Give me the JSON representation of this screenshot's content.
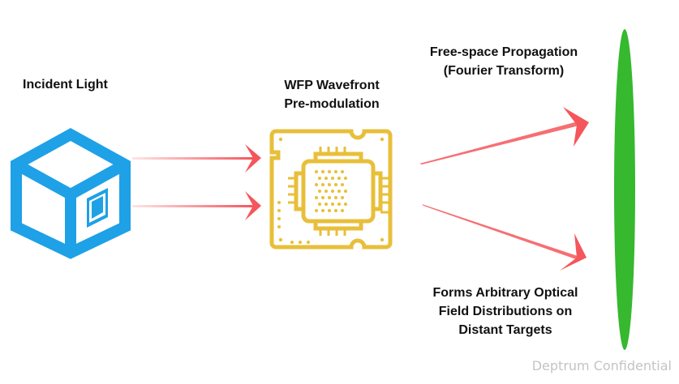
{
  "labels": {
    "incident": "Incident Light",
    "wfp_line1": "WFP Wavefront",
    "wfp_line2": "Pre-modulation",
    "prop_line1": "Free-space Propagation",
    "prop_line2": "(Fourier Transform)",
    "forms_line1": "Forms Arbitrary Optical",
    "forms_line2": "Field Distributions on",
    "forms_line3": "Distant Targets"
  },
  "watermark": "Deptrum Confidential",
  "colors": {
    "cube": "#1ea1e6",
    "chip": "#e8bf3a",
    "arrow": "#f4565b",
    "target": "#36b82f"
  }
}
